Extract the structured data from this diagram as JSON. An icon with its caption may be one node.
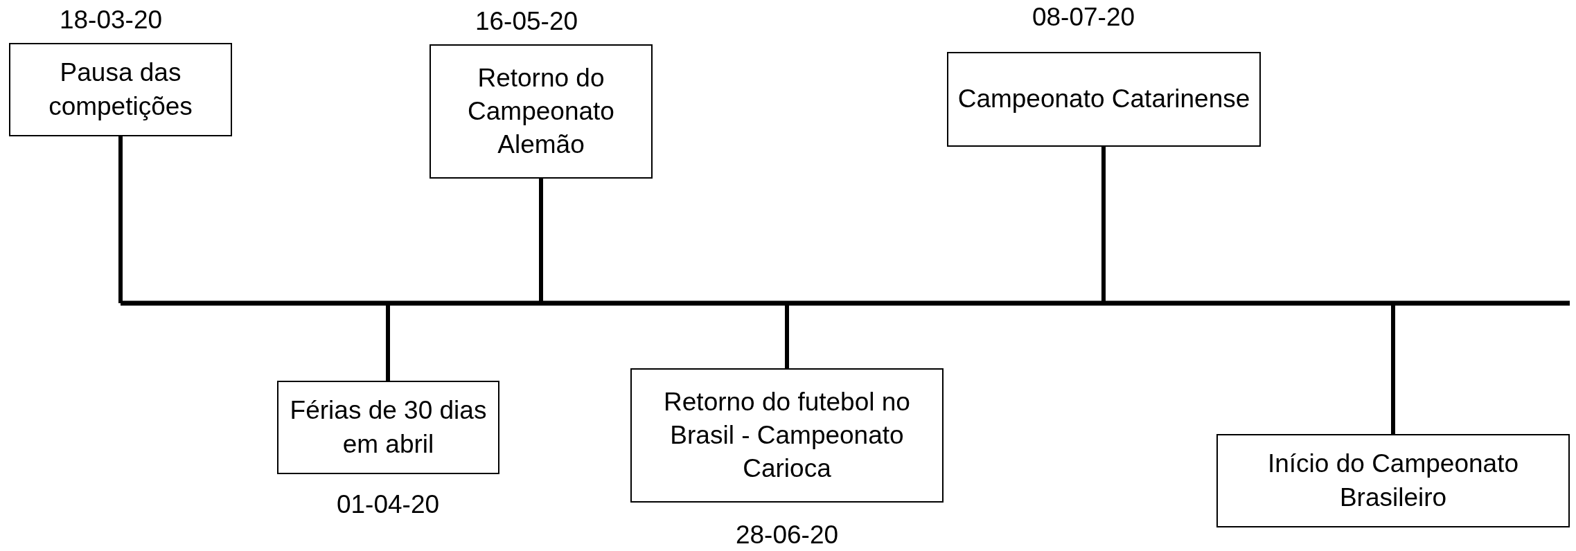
{
  "diagram": {
    "nodes": [
      {
        "text": [
          "Pausa das competições"
        ],
        "beside": [
          "18-03-20"
        ]
      },
      {
        "text": [
          "Férias de 30 dias em abril"
        ],
        "beside": [
          "01-04-20"
        ]
      },
      {
        "text": [
          "Retorno do Campeonato Alemão"
        ],
        "beside": [
          "16-05-20"
        ]
      },
      {
        "text": [
          "Retorno do futebol no Brasil - Campeonato Carioca"
        ],
        "beside": [
          "28-06-20"
        ]
      },
      {
        "text": [
          "Campeonato Catarinense"
        ],
        "beside": [
          "08-07-20"
        ]
      },
      {
        "text": [
          "Início do Campeonato Brasileiro"
        ]
      }
    ],
    "edges": [
      {
        "from": 0,
        "to": null,
        "arrow": "none"
      },
      {
        "from": 1,
        "to": null,
        "arrow": "none"
      },
      {
        "from": 2,
        "to": null,
        "arrow": "none"
      },
      {
        "from": 3,
        "to": null,
        "arrow": "none"
      },
      {
        "from": 4,
        "to": null,
        "arrow": "none"
      },
      {
        "from": 5,
        "to": null,
        "arrow": "none"
      }
    ]
  }
}
